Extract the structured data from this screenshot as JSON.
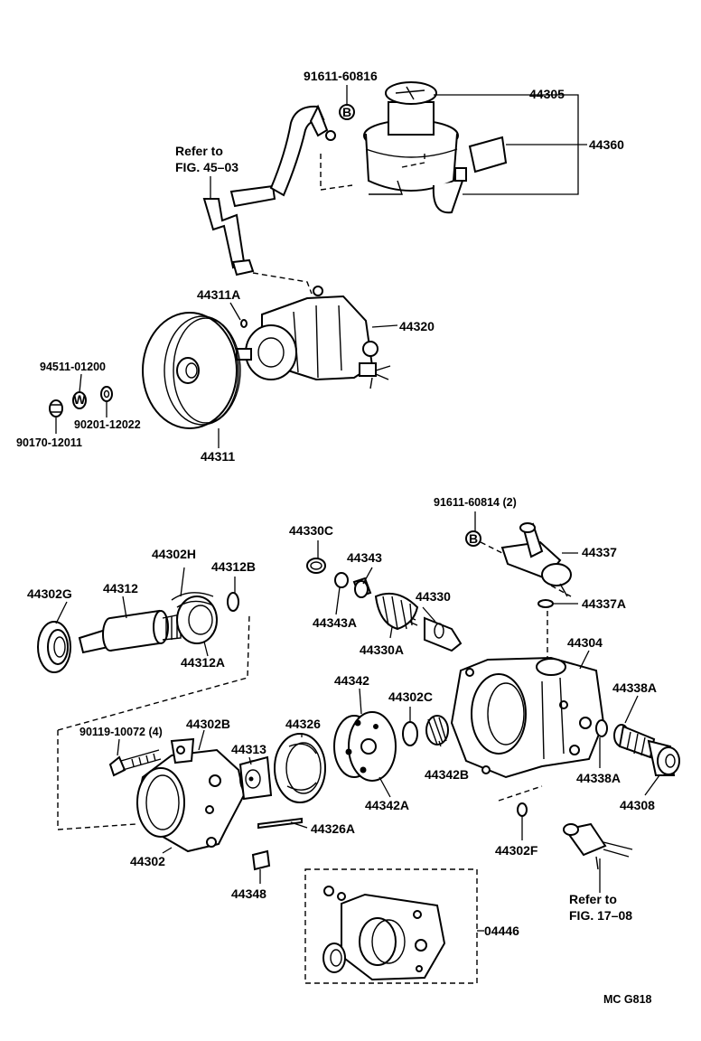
{
  "labels": {
    "p91611_60816": "91611-60816",
    "p44305": "44305",
    "p44360": "44360",
    "refer_45_l1": "Refer to",
    "refer_45_l2": "FIG. 45–03",
    "p44311A": "44311A",
    "p44320": "44320",
    "p94511_01200": "94511-01200",
    "p90201_12022": "90201-12022",
    "p90170_12011": "90170-12011",
    "p44311": "44311",
    "p91611_60814": "91611-60814 (2)",
    "p44337": "44337",
    "p44337A": "44337A",
    "p44330C": "44330C",
    "p44343": "44343",
    "p44343A": "44343A",
    "p44330": "44330",
    "p44330A": "44330A",
    "p44302H": "44302H",
    "p44312B": "44312B",
    "p44302G": "44302G",
    "p44312": "44312",
    "p44312A": "44312A",
    "p44304": "44304",
    "p44338A_top": "44338A",
    "p44338A_bot": "44338A",
    "p44308": "44308",
    "p90119_10072": "90119-10072 (4)",
    "p44302B": "44302B",
    "p44313": "44313",
    "p44326": "44326",
    "p44342": "44342",
    "p44302C": "44302C",
    "p44342B": "44342B",
    "p44342A": "44342A",
    "p44326A": "44326A",
    "p44302": "44302",
    "p44348": "44348",
    "p44302F": "44302F",
    "refer_17_l1": "Refer to",
    "refer_17_l2": "FIG. 17–08",
    "p04446": "04446",
    "mc_code": "MC  G818",
    "badge_b1": "B",
    "badge_w": "W",
    "badge_b2": "B"
  }
}
